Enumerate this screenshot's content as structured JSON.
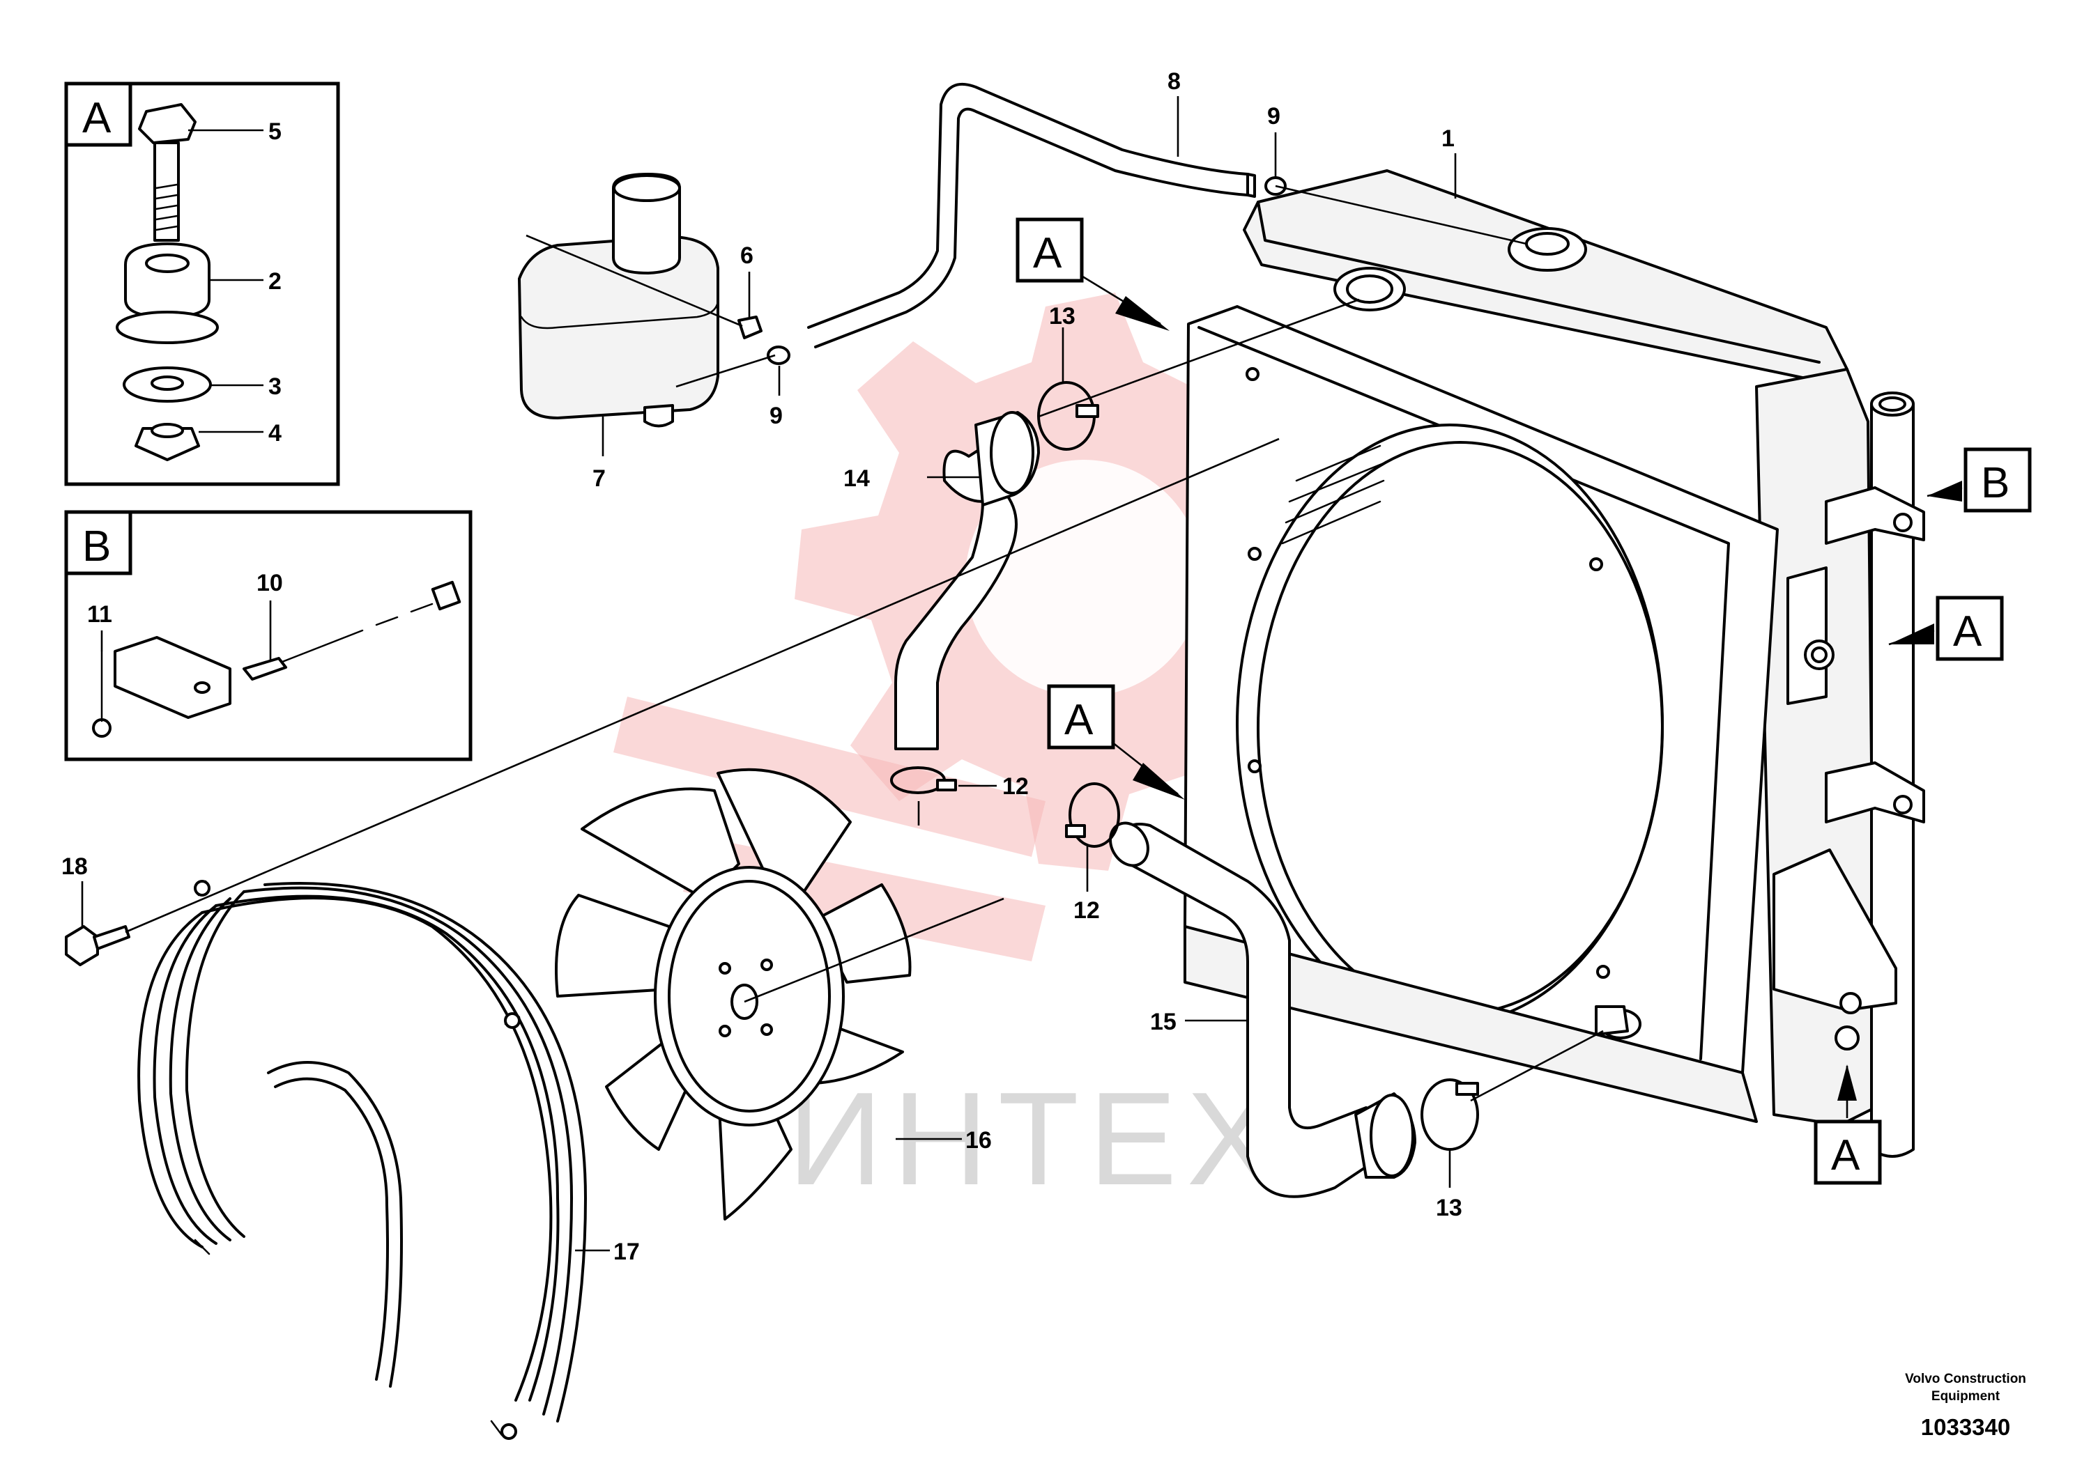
{
  "callouts": {
    "c1": "1",
    "c2": "2",
    "c3": "3",
    "c4": "4",
    "c5": "5",
    "c6": "6",
    "c7": "7",
    "c8": "8",
    "c9a": "9",
    "c9b": "9",
    "c10": "10",
    "c11": "11",
    "c12a": "12",
    "c12b": "12",
    "c13a": "13",
    "c13b": "13",
    "c14": "14",
    "c15": "15",
    "c16": "16",
    "c17": "17",
    "c18": "18"
  },
  "detail_refs": {
    "inset_a": "A",
    "inset_b": "B",
    "ref_a_top": "A",
    "ref_a_mid": "A",
    "ref_a_right": "A",
    "ref_a_bottom": "A",
    "ref_b_right": "B"
  },
  "watermark": {
    "text": "ИНТЕХ"
  },
  "footer": {
    "credit_line1": "Volvo Construction",
    "credit_line2": "Equipment",
    "figure_number": "1033340"
  }
}
